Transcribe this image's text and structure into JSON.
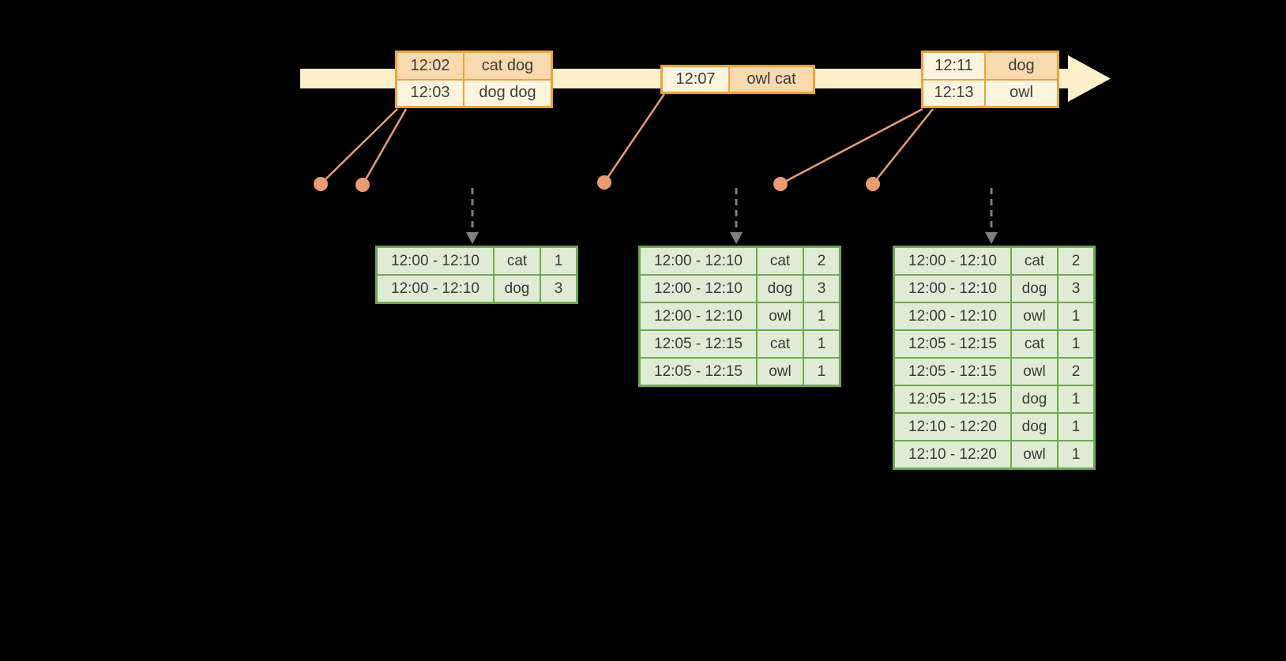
{
  "colors": {
    "background": "#000000",
    "timeline_fill": "#FCEFC9",
    "event_border": "#EDA33C",
    "event_cell_peach": "#F9D9AE",
    "event_cell_cream": "#FDF4DE",
    "connector": "#E99C72",
    "trigger_arrow": "#7F7F7F",
    "result_table_border": "#6FA850",
    "result_table_fill": "#E0EBD5"
  },
  "timeline": {
    "groups": [
      {
        "rows": [
          {
            "time": "12:02",
            "value": "cat dog"
          },
          {
            "time": "12:03",
            "value": "dog dog"
          }
        ]
      },
      {
        "rows": [
          {
            "time": "12:07",
            "value": "owl cat"
          }
        ]
      },
      {
        "rows": [
          {
            "time": "12:11",
            "value": "dog"
          },
          {
            "time": "12:13",
            "value": "owl"
          }
        ]
      }
    ]
  },
  "result_tables": [
    {
      "rows": [
        [
          "12:00 - 12:10",
          "cat",
          "1"
        ],
        [
          "12:00 - 12:10",
          "dog",
          "3"
        ]
      ]
    },
    {
      "rows": [
        [
          "12:00 - 12:10",
          "cat",
          "2"
        ],
        [
          "12:00 - 12:10",
          "dog",
          "3"
        ],
        [
          "12:00 - 12:10",
          "owl",
          "1"
        ],
        [
          "12:05 - 12:15",
          "cat",
          "1"
        ],
        [
          "12:05 - 12:15",
          "owl",
          "1"
        ]
      ]
    },
    {
      "rows": [
        [
          "12:00 - 12:10",
          "cat",
          "2"
        ],
        [
          "12:00 - 12:10",
          "dog",
          "3"
        ],
        [
          "12:00 - 12:10",
          "owl",
          "1"
        ],
        [
          "12:05 - 12:15",
          "cat",
          "1"
        ],
        [
          "12:05 - 12:15",
          "owl",
          "2"
        ],
        [
          "12:05 - 12:15",
          "dog",
          "1"
        ],
        [
          "12:10 - 12:20",
          "dog",
          "1"
        ],
        [
          "12:10 - 12:20",
          "owl",
          "1"
        ]
      ]
    }
  ]
}
